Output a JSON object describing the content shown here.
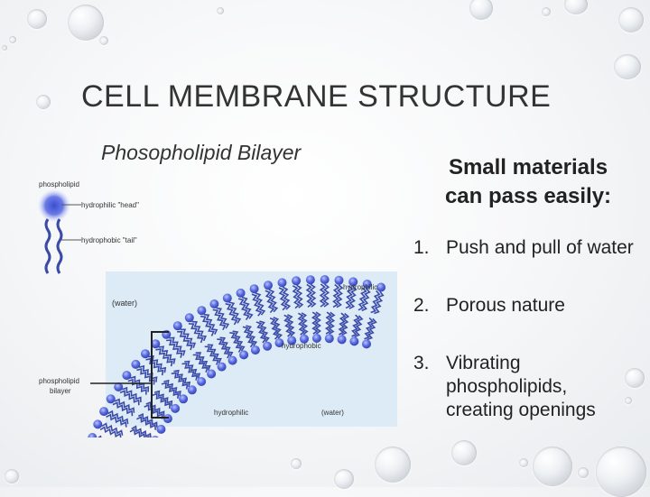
{
  "slide": {
    "title": "CELL MEMBRANE STRUCTURE",
    "subtitle": "Phosopholipid Bilayer",
    "right_heading_line1": "Small materials",
    "right_heading_line2": "can pass easily:",
    "list": [
      {
        "number": "1.",
        "text": "Push and pull of water"
      },
      {
        "number": "2.",
        "text": "Porous nature"
      },
      {
        "number": "3.",
        "text": "Vibrating phospholipids, creating openings"
      }
    ]
  },
  "diagram": {
    "labels": {
      "phospholipid": "phospholipid",
      "head": "hydrophilic \"head\"",
      "tail": "hydrophobic \"tail\"",
      "water_top": "(water)",
      "water_bottom": "(water)",
      "hydrophilic_top": "hydrophilic",
      "hydrophobic_mid": "hydrophobic",
      "hydrophilic_bottom": "hydrophilic",
      "bilayer_line1": "phospholipid",
      "bilayer_line2": "bilayer"
    },
    "colors": {
      "head": "#4a5fd6",
      "panel": "#dcebf5",
      "tail": "#3a4aa8"
    }
  }
}
